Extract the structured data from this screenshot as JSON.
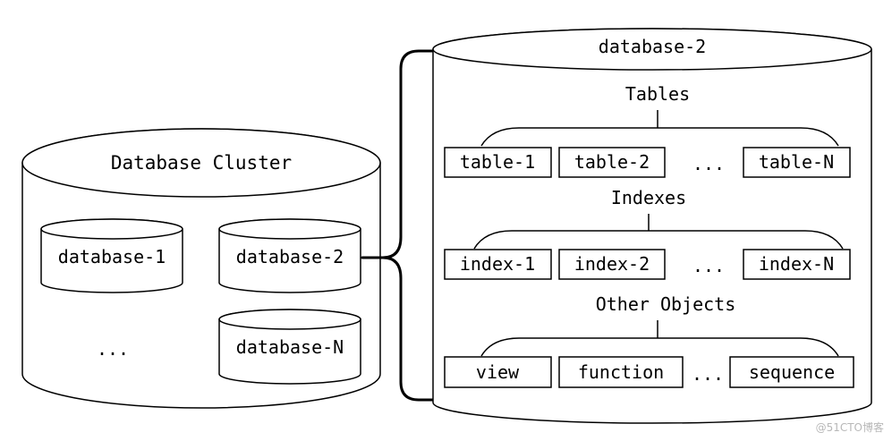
{
  "cluster": {
    "title": "Database Cluster",
    "databases": [
      "database-1",
      "database-2",
      "database-N"
    ],
    "ellipsis": "..."
  },
  "detail": {
    "title": "database-2",
    "groups": [
      {
        "label": "Tables",
        "items": [
          "table-1",
          "table-2",
          "table-N"
        ],
        "ellipsis": "..."
      },
      {
        "label": "Indexes",
        "items": [
          "index-1",
          "index-2",
          "index-N"
        ],
        "ellipsis": "..."
      },
      {
        "label": "Other Objects",
        "items": [
          "view",
          "function",
          "sequence"
        ],
        "ellipsis": "..."
      }
    ]
  },
  "watermark": "@51CTO博客"
}
